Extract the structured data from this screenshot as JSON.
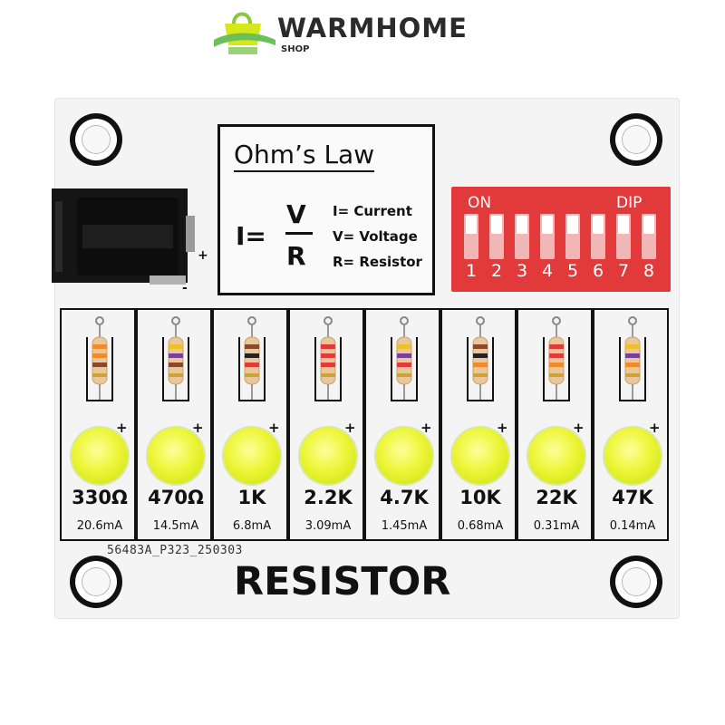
{
  "brand": {
    "name": "WARMHOME",
    "sub": "SHOP"
  },
  "ohms_law": {
    "title": "Ohm’s Law",
    "lhs": "I=",
    "numerator": "V",
    "denominator": "R",
    "legend": [
      "I= Current",
      "V= Voltage",
      "R= Resistor"
    ]
  },
  "jack": {
    "plus": "+",
    "minus": "-"
  },
  "dip": {
    "on": "ON",
    "label": "DIP",
    "numbers": [
      "1",
      "2",
      "3",
      "4",
      "5",
      "6",
      "7",
      "8"
    ]
  },
  "channels": [
    {
      "value": "330Ω",
      "current": "20.6mA",
      "bands": [
        "#f08a2a",
        "#f08a2a",
        "#8a4a2a"
      ]
    },
    {
      "value": "470Ω",
      "current": "14.5mA",
      "bands": [
        "#f0c02a",
        "#7a3f9a",
        "#8a4a2a"
      ]
    },
    {
      "value": "1K",
      "current": "6.8mA",
      "bands": [
        "#8a4a2a",
        "#222222",
        "#e23a3a"
      ]
    },
    {
      "value": "2.2K",
      "current": "3.09mA",
      "bands": [
        "#e23a3a",
        "#e23a3a",
        "#e23a3a"
      ]
    },
    {
      "value": "4.7K",
      "current": "1.45mA",
      "bands": [
        "#f0c02a",
        "#7a3f9a",
        "#e23a3a"
      ]
    },
    {
      "value": "10K",
      "current": "0.68mA",
      "bands": [
        "#8a4a2a",
        "#222222",
        "#f08a2a"
      ]
    },
    {
      "value": "22K",
      "current": "0.31mA",
      "bands": [
        "#e23a3a",
        "#e23a3a",
        "#f08a2a"
      ]
    },
    {
      "value": "47K",
      "current": "0.14mA",
      "bands": [
        "#f0c02a",
        "#7a3f9a",
        "#f08a2a"
      ]
    }
  ],
  "led_plus": "+",
  "pcb_code": "56483A_P323_250303",
  "board_title": "RESISTOR",
  "colors": {
    "dip": "#e23a3a",
    "led": "#eef63a",
    "board": "#f4f4f4"
  }
}
